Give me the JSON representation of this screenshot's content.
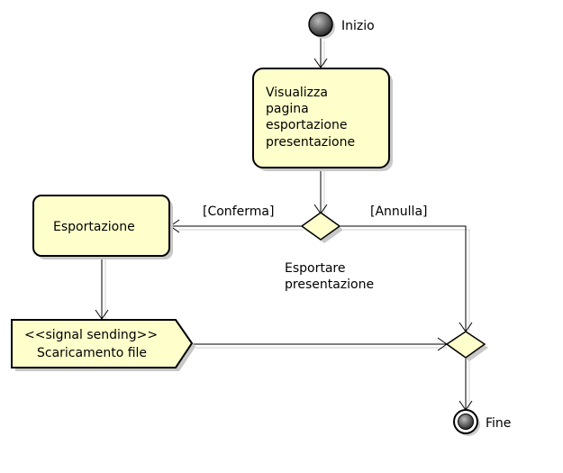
{
  "diagram": {
    "start_label": "Inizio",
    "end_label": "Fine",
    "action_view": [
      "Visualizza",
      "pagina",
      "esportazione",
      "presentazione"
    ],
    "action_export": "Esportazione",
    "signal": [
      "<<signal sending>>",
      "Scaricamento file"
    ],
    "guard_confirm": "[Conferma]",
    "guard_cancel": "[Annulla]",
    "decision_label": [
      "Esportare",
      "presentazione"
    ],
    "colors": {
      "node_fill": "#ffffcc",
      "stroke": "#000000",
      "shadow": "#c8c8c8"
    }
  }
}
